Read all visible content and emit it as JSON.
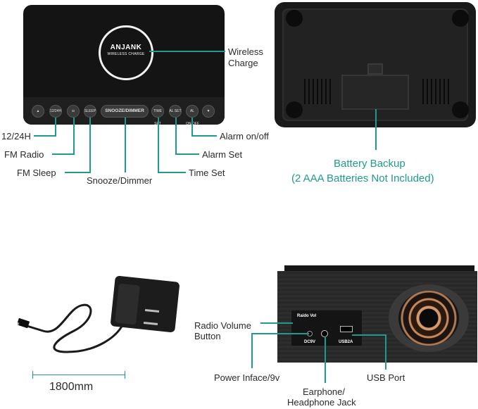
{
  "top_left": {
    "brand": "ANJANK",
    "brand_sub": "WIRELESS CHARGE",
    "buttons": {
      "up": "▲",
      "h1224": "12/24H",
      "radio": "◘",
      "sleep": "SLEEP",
      "snooze": "SNOOZE/DIMMER",
      "time_set": "TIME SET",
      "alarm_set": "AL SET",
      "alarm_onoff": "AL ON/OFF",
      "down": "▼"
    },
    "callouts": {
      "wireless_line1": "Wireless",
      "wireless_line2": "Charge",
      "h1224": "12/24H",
      "fm_radio": "FM Radio",
      "fm_sleep": "FM Sleep",
      "snooze": "Snooze/Dimmer",
      "time_set": "Time Set",
      "alarm_set": "Alarm Set",
      "alarm_onoff": "Alarm on/off"
    }
  },
  "top_right": {
    "battery_line1": "Battery Backup",
    "battery_line2": "(2 AAA Batteries Not Included)"
  },
  "bottom_left": {
    "cable_length": "1800mm"
  },
  "bottom_right": {
    "panel": {
      "radio_vol": "Raido Vol",
      "dc": "DC9V",
      "usb": "USB2A"
    },
    "callouts": {
      "radio_volume_line1": "Radio Volume",
      "radio_volume_line2": "Button",
      "power": "Power Inface/9v",
      "earphone_line1": "Earphone/",
      "earphone_line2": "Headphone Jack",
      "usb_port": "USB Port"
    }
  },
  "colors": {
    "callout_line": "#1e9b8a",
    "device_body": "#141414",
    "speaker_accent": "#d79a6a"
  }
}
